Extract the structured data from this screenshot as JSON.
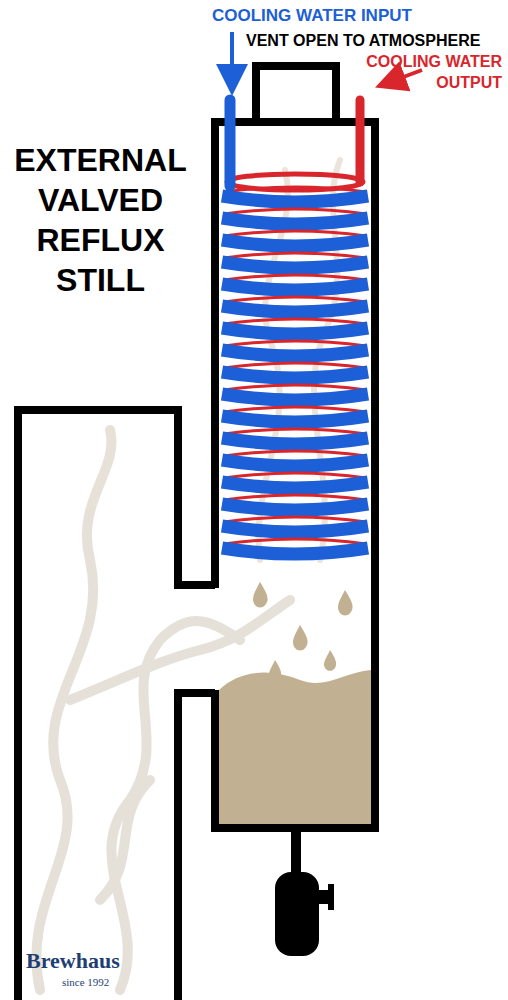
{
  "diagram": {
    "title": "EXTERNAL VALVED REFLUX STILL",
    "labels": [
      "COOLING WATER INPUT",
      "VENT OPEN TO ATMOSPHERE",
      "COOLING WATER OUTPUT",
      "Brewhaus",
      "since 1992"
    ]
  }
}
